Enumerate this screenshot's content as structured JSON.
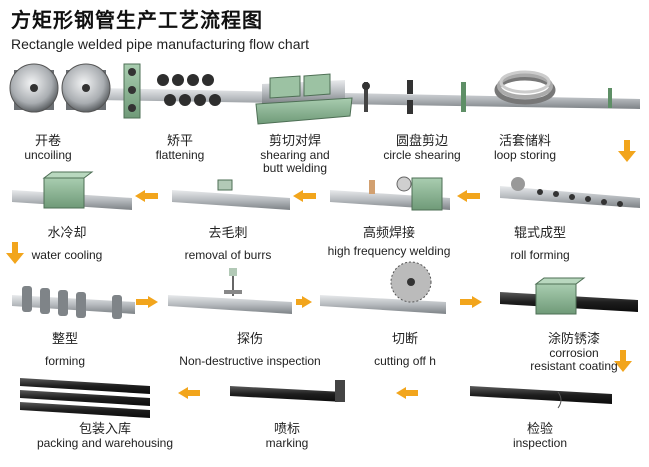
{
  "title": {
    "cn": "方矩形钢管生产工艺流程图",
    "en": "Rectangle welded pipe manufacturing flow chart"
  },
  "steps": [
    {
      "cn": "开卷",
      "en": "uncoiling"
    },
    {
      "cn": "矫平",
      "en": "flattening"
    },
    {
      "cn": "剪切对焊",
      "en": "shearing and",
      "en2": "butt welding"
    },
    {
      "cn": "圆盘剪边",
      "en": "circle shearing"
    },
    {
      "cn": "活套储料",
      "en": "loop storing"
    },
    {
      "cn": "水冷却",
      "en": "water cooling"
    },
    {
      "cn": "去毛刺",
      "en": "removal of burrs"
    },
    {
      "cn": "高频焊接",
      "en": "high frequency welding"
    },
    {
      "cn": "辊式成型",
      "en": "roll forming"
    },
    {
      "cn": "整型",
      "en": "forming"
    },
    {
      "cn": "探伤",
      "en": "Non-destructive inspection"
    },
    {
      "cn": "切断",
      "en": "cutting off h"
    },
    {
      "cn": "涂防锈漆",
      "en": "corrosion",
      "en2": "resistant coating"
    },
    {
      "cn": "包装入库",
      "en": "packing and warehousing"
    },
    {
      "cn": "喷标",
      "en": "marking"
    },
    {
      "cn": "检验",
      "en": "inspection"
    }
  ],
  "colors": {
    "arrow": "#f2a51c",
    "machine": "#8fb596",
    "steel": "#b9bdc0",
    "pipe_dark": "#2a2a2a"
  }
}
